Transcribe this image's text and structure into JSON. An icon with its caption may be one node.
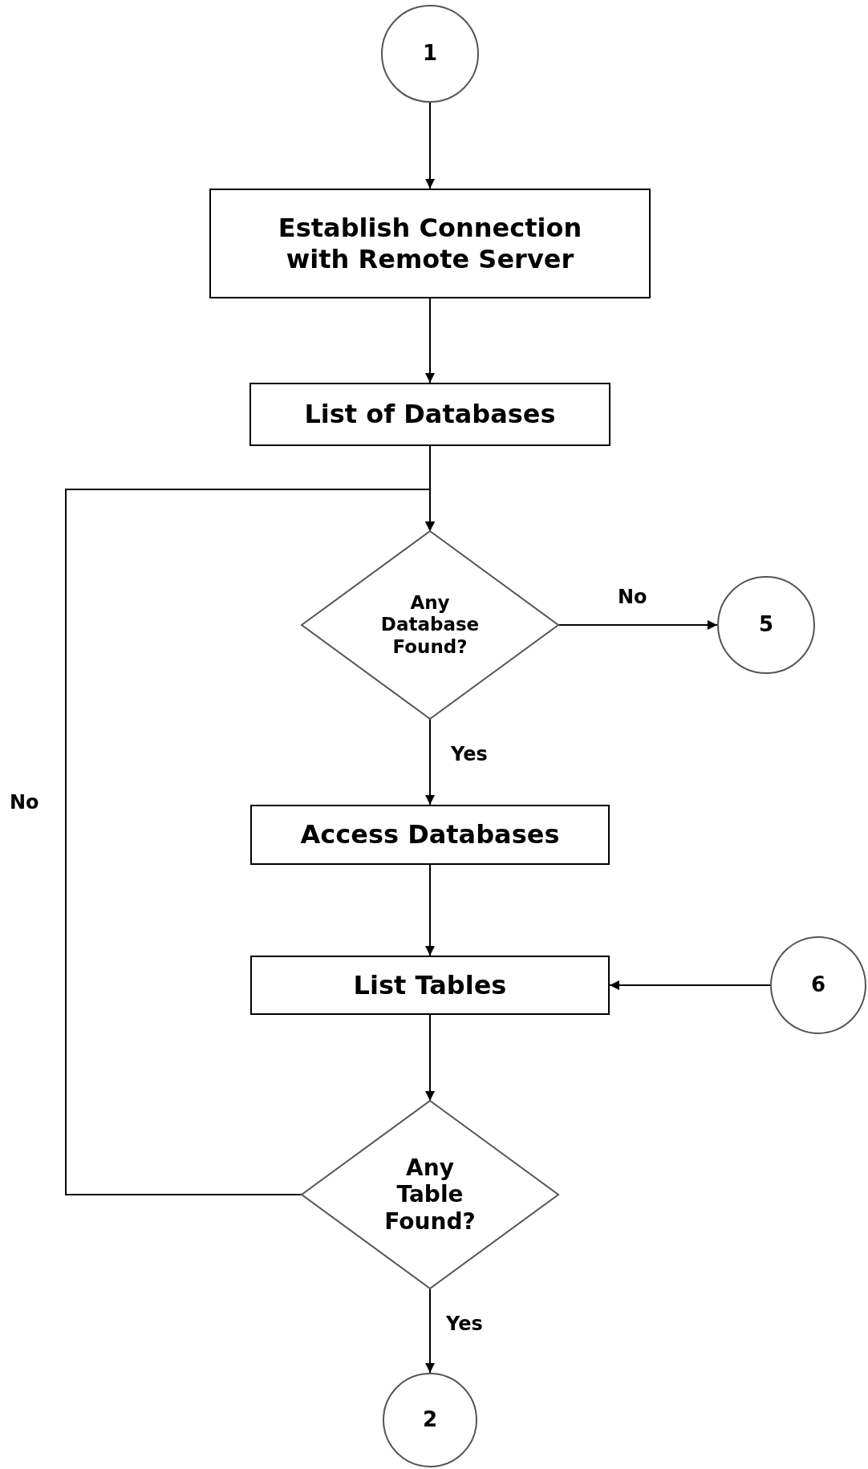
{
  "diagram": {
    "nodes": [
      {
        "text": [
          "1"
        ]
      },
      {
        "text": [
          "Establish Connection with Remote Server"
        ]
      },
      {
        "text": [
          "List of Databases"
        ]
      },
      {
        "text": [
          "Any Database Found?"
        ]
      },
      {
        "text": [
          "5"
        ]
      },
      {
        "text": [
          "Access Databases"
        ]
      },
      {
        "text": [
          "List Tables"
        ]
      },
      {
        "text": [
          "6"
        ]
      },
      {
        "text": [
          "Any Table Found?"
        ]
      },
      {
        "text": [
          "2"
        ]
      }
    ],
    "edges": [
      {
        "from": 0,
        "to": 1,
        "arrow": "to"
      },
      {
        "from": 1,
        "to": 2,
        "arrow": "to"
      },
      {
        "from": 2,
        "to": 3,
        "arrow": "to"
      },
      {
        "from": 3,
        "to": 4,
        "arrow": "to",
        "label": "No"
      },
      {
        "from": 3,
        "to": 5,
        "arrow": "to",
        "label": "Yes"
      },
      {
        "from": 5,
        "to": 6,
        "arrow": "to"
      },
      {
        "from": 7,
        "to": 6,
        "arrow": "to"
      },
      {
        "from": 6,
        "to": 8,
        "arrow": "to"
      },
      {
        "from": 8,
        "to": 3,
        "arrow": "to",
        "label": "No"
      },
      {
        "from": 8,
        "to": 9,
        "arrow": "to",
        "label": "Yes"
      }
    ]
  }
}
